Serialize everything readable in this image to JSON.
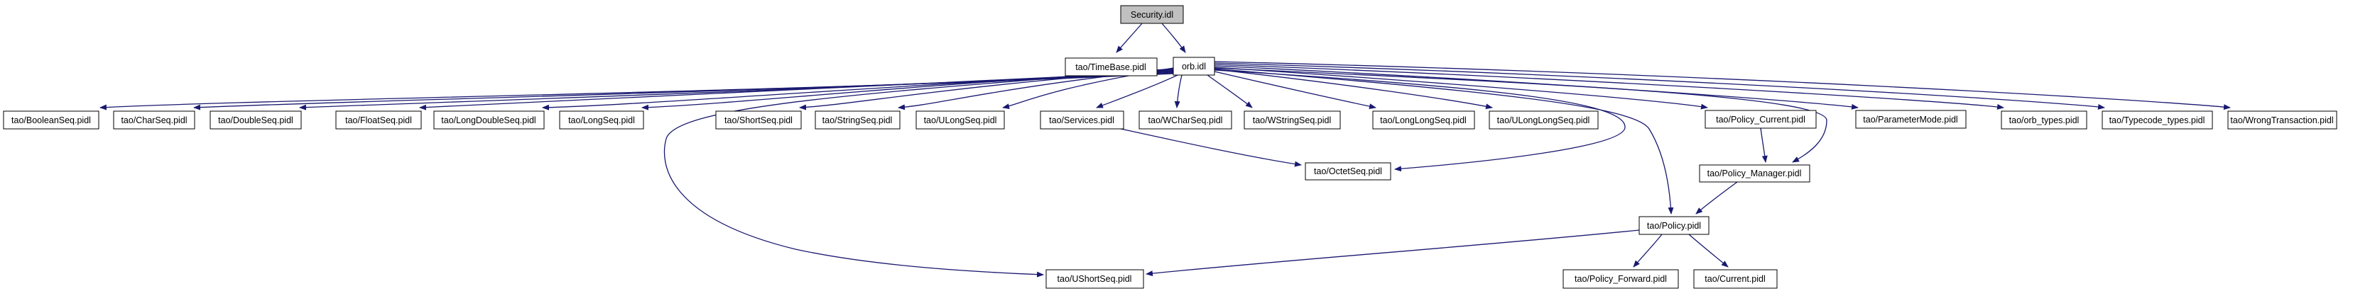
{
  "diagram": {
    "kind": "include-dependency-graph",
    "nodes": {
      "security": {
        "label": "Security.idl"
      },
      "timebase": {
        "label": "tao/TimeBase.pidl"
      },
      "orb": {
        "label": "orb.idl"
      },
      "booleanseq": {
        "label": "tao/BooleanSeq.pidl"
      },
      "charseq": {
        "label": "tao/CharSeq.pidl"
      },
      "doubleseq": {
        "label": "tao/DoubleSeq.pidl"
      },
      "floatseq": {
        "label": "tao/FloatSeq.pidl"
      },
      "longdoubleseq": {
        "label": "tao/LongDoubleSeq.pidl"
      },
      "longseq": {
        "label": "tao/LongSeq.pidl"
      },
      "shortseq": {
        "label": "tao/ShortSeq.pidl"
      },
      "stringseq": {
        "label": "tao/StringSeq.pidl"
      },
      "ulongseq": {
        "label": "tao/ULongSeq.pidl"
      },
      "services": {
        "label": "tao/Services.pidl"
      },
      "wcharseq": {
        "label": "tao/WCharSeq.pidl"
      },
      "wstringseq": {
        "label": "tao/WStringSeq.pidl"
      },
      "longlongseq": {
        "label": "tao/LongLongSeq.pidl"
      },
      "ulonglongseq": {
        "label": "tao/ULongLongSeq.pidl"
      },
      "policy_current": {
        "label": "tao/Policy_Current.pidl"
      },
      "parametermode": {
        "label": "tao/ParameterMode.pidl"
      },
      "orb_types": {
        "label": "tao/orb_types.pidl"
      },
      "typecode_types": {
        "label": "tao/Typecode_types.pidl"
      },
      "wrongtransaction": {
        "label": "tao/WrongTransaction.pidl"
      },
      "octetseq": {
        "label": "tao/OctetSeq.pidl"
      },
      "policy_manager": {
        "label": "tao/Policy_Manager.pidl"
      },
      "policy": {
        "label": "tao/Policy.pidl"
      },
      "ushortseq": {
        "label": "tao/UShortSeq.pidl"
      },
      "policy_forward": {
        "label": "tao/Policy_Forward.pidl"
      },
      "current": {
        "label": "tao/Current.pidl"
      }
    },
    "edges": [
      {
        "from": "security",
        "to": "timebase"
      },
      {
        "from": "security",
        "to": "orb"
      },
      {
        "from": "orb",
        "to": "booleanseq"
      },
      {
        "from": "orb",
        "to": "charseq"
      },
      {
        "from": "orb",
        "to": "doubleseq"
      },
      {
        "from": "orb",
        "to": "floatseq"
      },
      {
        "from": "orb",
        "to": "longdoubleseq"
      },
      {
        "from": "orb",
        "to": "longseq"
      },
      {
        "from": "orb",
        "to": "shortseq"
      },
      {
        "from": "orb",
        "to": "stringseq"
      },
      {
        "from": "orb",
        "to": "ulongseq"
      },
      {
        "from": "orb",
        "to": "services"
      },
      {
        "from": "orb",
        "to": "wcharseq"
      },
      {
        "from": "orb",
        "to": "wstringseq"
      },
      {
        "from": "orb",
        "to": "longlongseq"
      },
      {
        "from": "orb",
        "to": "ulonglongseq"
      },
      {
        "from": "orb",
        "to": "policy_current"
      },
      {
        "from": "orb",
        "to": "parametermode"
      },
      {
        "from": "orb",
        "to": "orb_types"
      },
      {
        "from": "orb",
        "to": "typecode_types"
      },
      {
        "from": "orb",
        "to": "wrongtransaction"
      },
      {
        "from": "orb",
        "to": "octetseq"
      },
      {
        "from": "orb",
        "to": "policy_manager"
      },
      {
        "from": "orb",
        "to": "policy"
      },
      {
        "from": "orb",
        "to": "ushortseq"
      },
      {
        "from": "services",
        "to": "octetseq"
      },
      {
        "from": "policy_current",
        "to": "policy_manager"
      },
      {
        "from": "policy_manager",
        "to": "policy"
      },
      {
        "from": "policy",
        "to": "ushortseq"
      },
      {
        "from": "policy",
        "to": "policy_forward"
      },
      {
        "from": "policy",
        "to": "current"
      }
    ]
  },
  "colors": {
    "edge": "#191970",
    "node_fill": "#ffffff",
    "node_border": "#000000",
    "root_fill": "#c0c0c0",
    "background": "#ffffff",
    "text": "#000000"
  }
}
